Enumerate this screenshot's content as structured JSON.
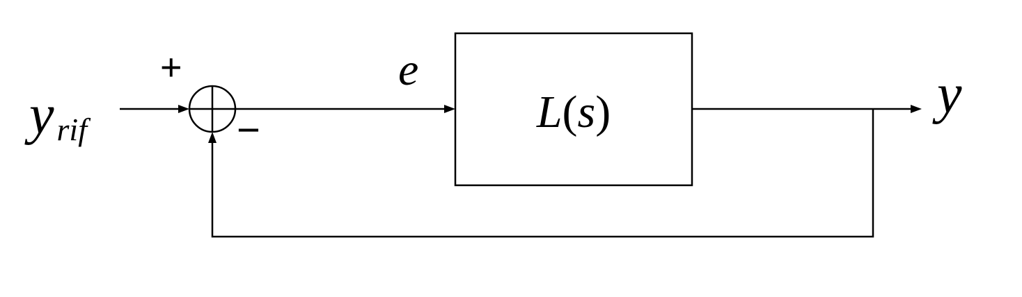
{
  "diagram": {
    "input": {
      "symbol": "y",
      "subscript": "rif"
    },
    "summing_junction": {
      "plus_sign": "+",
      "minus_sign": "−"
    },
    "error_label": "e",
    "block": {
      "name": "L",
      "open_paren": "(",
      "variable": "s",
      "close_paren": ")"
    },
    "output_label": "y"
  },
  "colors": {
    "line": "#000000",
    "background": "#ffffff"
  }
}
